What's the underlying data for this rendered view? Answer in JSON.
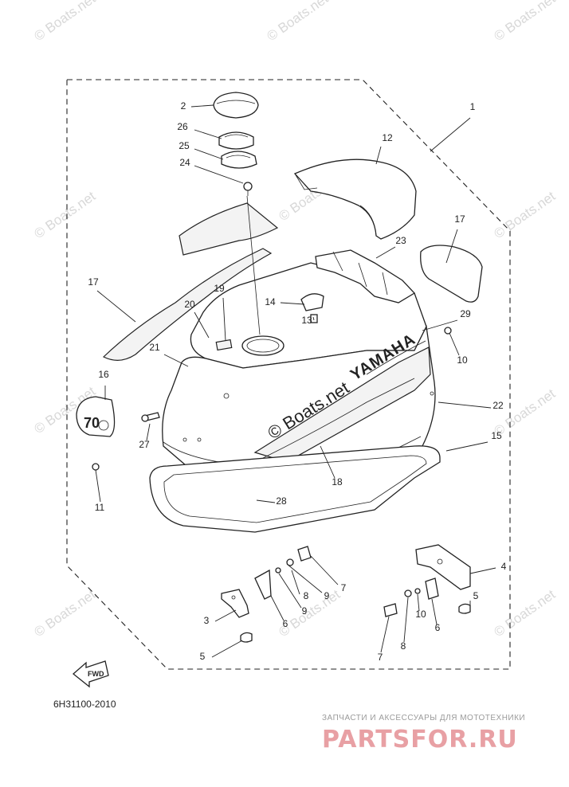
{
  "diagram": {
    "drawing_code": "6H31100-2010",
    "fwd_label": "FWD",
    "decal_brand": "YAMAHA",
    "decal_model": "70",
    "cowling_watermark": "© Boats.net",
    "background_watermark": "© Boats.net"
  },
  "callouts": [
    "1",
    "2",
    "3",
    "4",
    "5",
    "5",
    "6",
    "6",
    "7",
    "7",
    "8",
    "8",
    "9",
    "9",
    "10",
    "10",
    "11",
    "12",
    "13",
    "14",
    "15",
    "16",
    "17",
    "17",
    "18",
    "19",
    "20",
    "21",
    "22",
    "23",
    "24",
    "25",
    "26",
    "27",
    "28",
    "29"
  ],
  "brand": {
    "tagline": "ЗАПЧАСТИ И АКСЕССУАРЫ ДЛЯ МОТОТЕХНИКИ",
    "logo_text": "PARTSFOR.RU"
  }
}
